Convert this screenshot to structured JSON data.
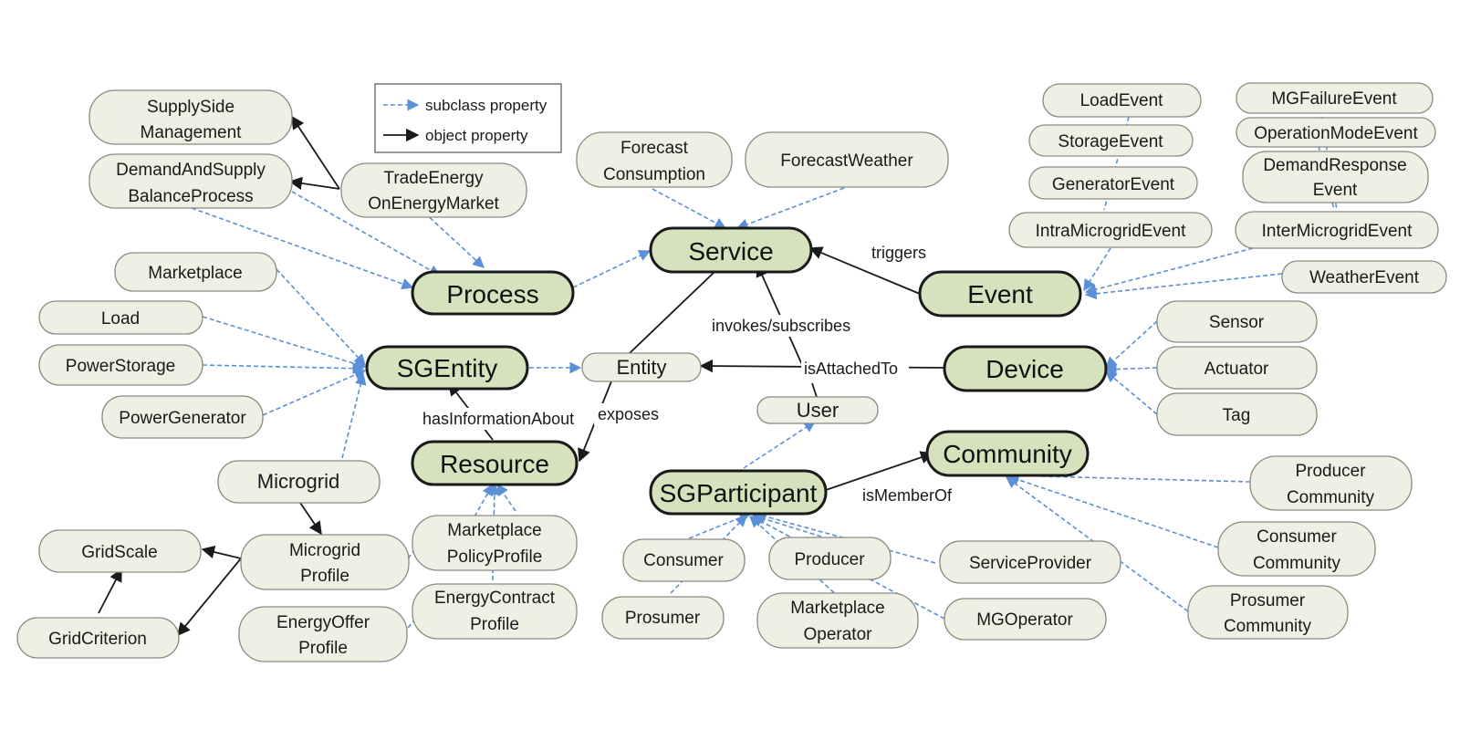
{
  "legend": {
    "subclass_label": "subclass property",
    "object_label": "object property"
  },
  "colors": {
    "subclass_edge": "#5b8fd6",
    "object_edge": "#1a1a1a",
    "core_fill": "#d6e1bd",
    "node_fill": "#eff0e4"
  },
  "core_nodes": [
    {
      "id": "service",
      "label": "Service"
    },
    {
      "id": "process",
      "label": "Process"
    },
    {
      "id": "event",
      "label": "Event"
    },
    {
      "id": "sgentity",
      "label": "SGEntity"
    },
    {
      "id": "device",
      "label": "Device"
    },
    {
      "id": "resource",
      "label": "Resource"
    },
    {
      "id": "community",
      "label": "Community"
    },
    {
      "id": "sgparticipant",
      "label": "SGParticipant"
    }
  ],
  "nodes": [
    {
      "id": "supplyside",
      "lines": [
        "SupplySide",
        "Management"
      ]
    },
    {
      "id": "demandsupply",
      "lines": [
        "DemandAndSupply",
        "BalanceProcess"
      ]
    },
    {
      "id": "tradeenergy",
      "lines": [
        "TradeEnergy",
        "OnEnergyMarket"
      ]
    },
    {
      "id": "forecastcons",
      "lines": [
        "Forecast",
        "Consumption"
      ]
    },
    {
      "id": "forecastweather",
      "lines": [
        "ForecastWeather"
      ]
    },
    {
      "id": "loadevent",
      "lines": [
        "LoadEvent"
      ]
    },
    {
      "id": "storageevent",
      "lines": [
        "StorageEvent"
      ]
    },
    {
      "id": "generatorevent",
      "lines": [
        "GeneratorEvent"
      ]
    },
    {
      "id": "intramg",
      "lines": [
        "IntraMicrogridEvent"
      ]
    },
    {
      "id": "mgfailure",
      "lines": [
        "MGFailureEvent"
      ]
    },
    {
      "id": "opmode",
      "lines": [
        "OperationModeEvent"
      ]
    },
    {
      "id": "demandresponse",
      "lines": [
        "DemandResponse",
        "Event"
      ]
    },
    {
      "id": "intermg",
      "lines": [
        "InterMicrogridEvent"
      ]
    },
    {
      "id": "weatherevent",
      "lines": [
        "WeatherEvent"
      ]
    },
    {
      "id": "marketplace",
      "lines": [
        "Marketplace"
      ]
    },
    {
      "id": "load",
      "lines": [
        "Load"
      ]
    },
    {
      "id": "powerstorage",
      "lines": [
        "PowerStorage"
      ]
    },
    {
      "id": "powergenerator",
      "lines": [
        "PowerGenerator"
      ]
    },
    {
      "id": "entity",
      "lines": [
        "Entity"
      ]
    },
    {
      "id": "sensor",
      "lines": [
        "Sensor"
      ]
    },
    {
      "id": "actuator",
      "lines": [
        "Actuator"
      ]
    },
    {
      "id": "tag",
      "lines": [
        "Tag"
      ]
    },
    {
      "id": "user",
      "lines": [
        "User"
      ]
    },
    {
      "id": "microgrid",
      "lines": [
        "Microgrid"
      ]
    },
    {
      "id": "gridscale",
      "lines": [
        "GridScale"
      ]
    },
    {
      "id": "mgprofile",
      "lines": [
        "Microgrid",
        "Profile"
      ]
    },
    {
      "id": "gridcriterion",
      "lines": [
        "GridCriterion"
      ]
    },
    {
      "id": "energyoffer",
      "lines": [
        "EnergyOffer",
        "Profile"
      ]
    },
    {
      "id": "mppolicy",
      "lines": [
        "Marketplace",
        "PolicyProfile"
      ]
    },
    {
      "id": "energycontract",
      "lines": [
        "EnergyContract",
        "Profile"
      ]
    },
    {
      "id": "consumer",
      "lines": [
        "Consumer"
      ]
    },
    {
      "id": "prosumer",
      "lines": [
        "Prosumer"
      ]
    },
    {
      "id": "producer",
      "lines": [
        "Producer"
      ]
    },
    {
      "id": "mpoperator",
      "lines": [
        "Marketplace",
        "Operator"
      ]
    },
    {
      "id": "serviceprovider",
      "lines": [
        "ServiceProvider"
      ]
    },
    {
      "id": "mgoperator",
      "lines": [
        "MGOperator"
      ]
    },
    {
      "id": "producercomm",
      "lines": [
        "Producer",
        "Community"
      ]
    },
    {
      "id": "consumercomm",
      "lines": [
        "Consumer",
        "Community"
      ]
    },
    {
      "id": "prosumercomm",
      "lines": [
        "Prosumer",
        "Community"
      ]
    }
  ],
  "edge_labels": {
    "triggers": "triggers",
    "invokes": "invokes/subscribes",
    "isattached": "isAttachedTo",
    "hasinfo": "hasInformationAbout",
    "exposes": "exposes",
    "ismember": "isMemberOf"
  }
}
